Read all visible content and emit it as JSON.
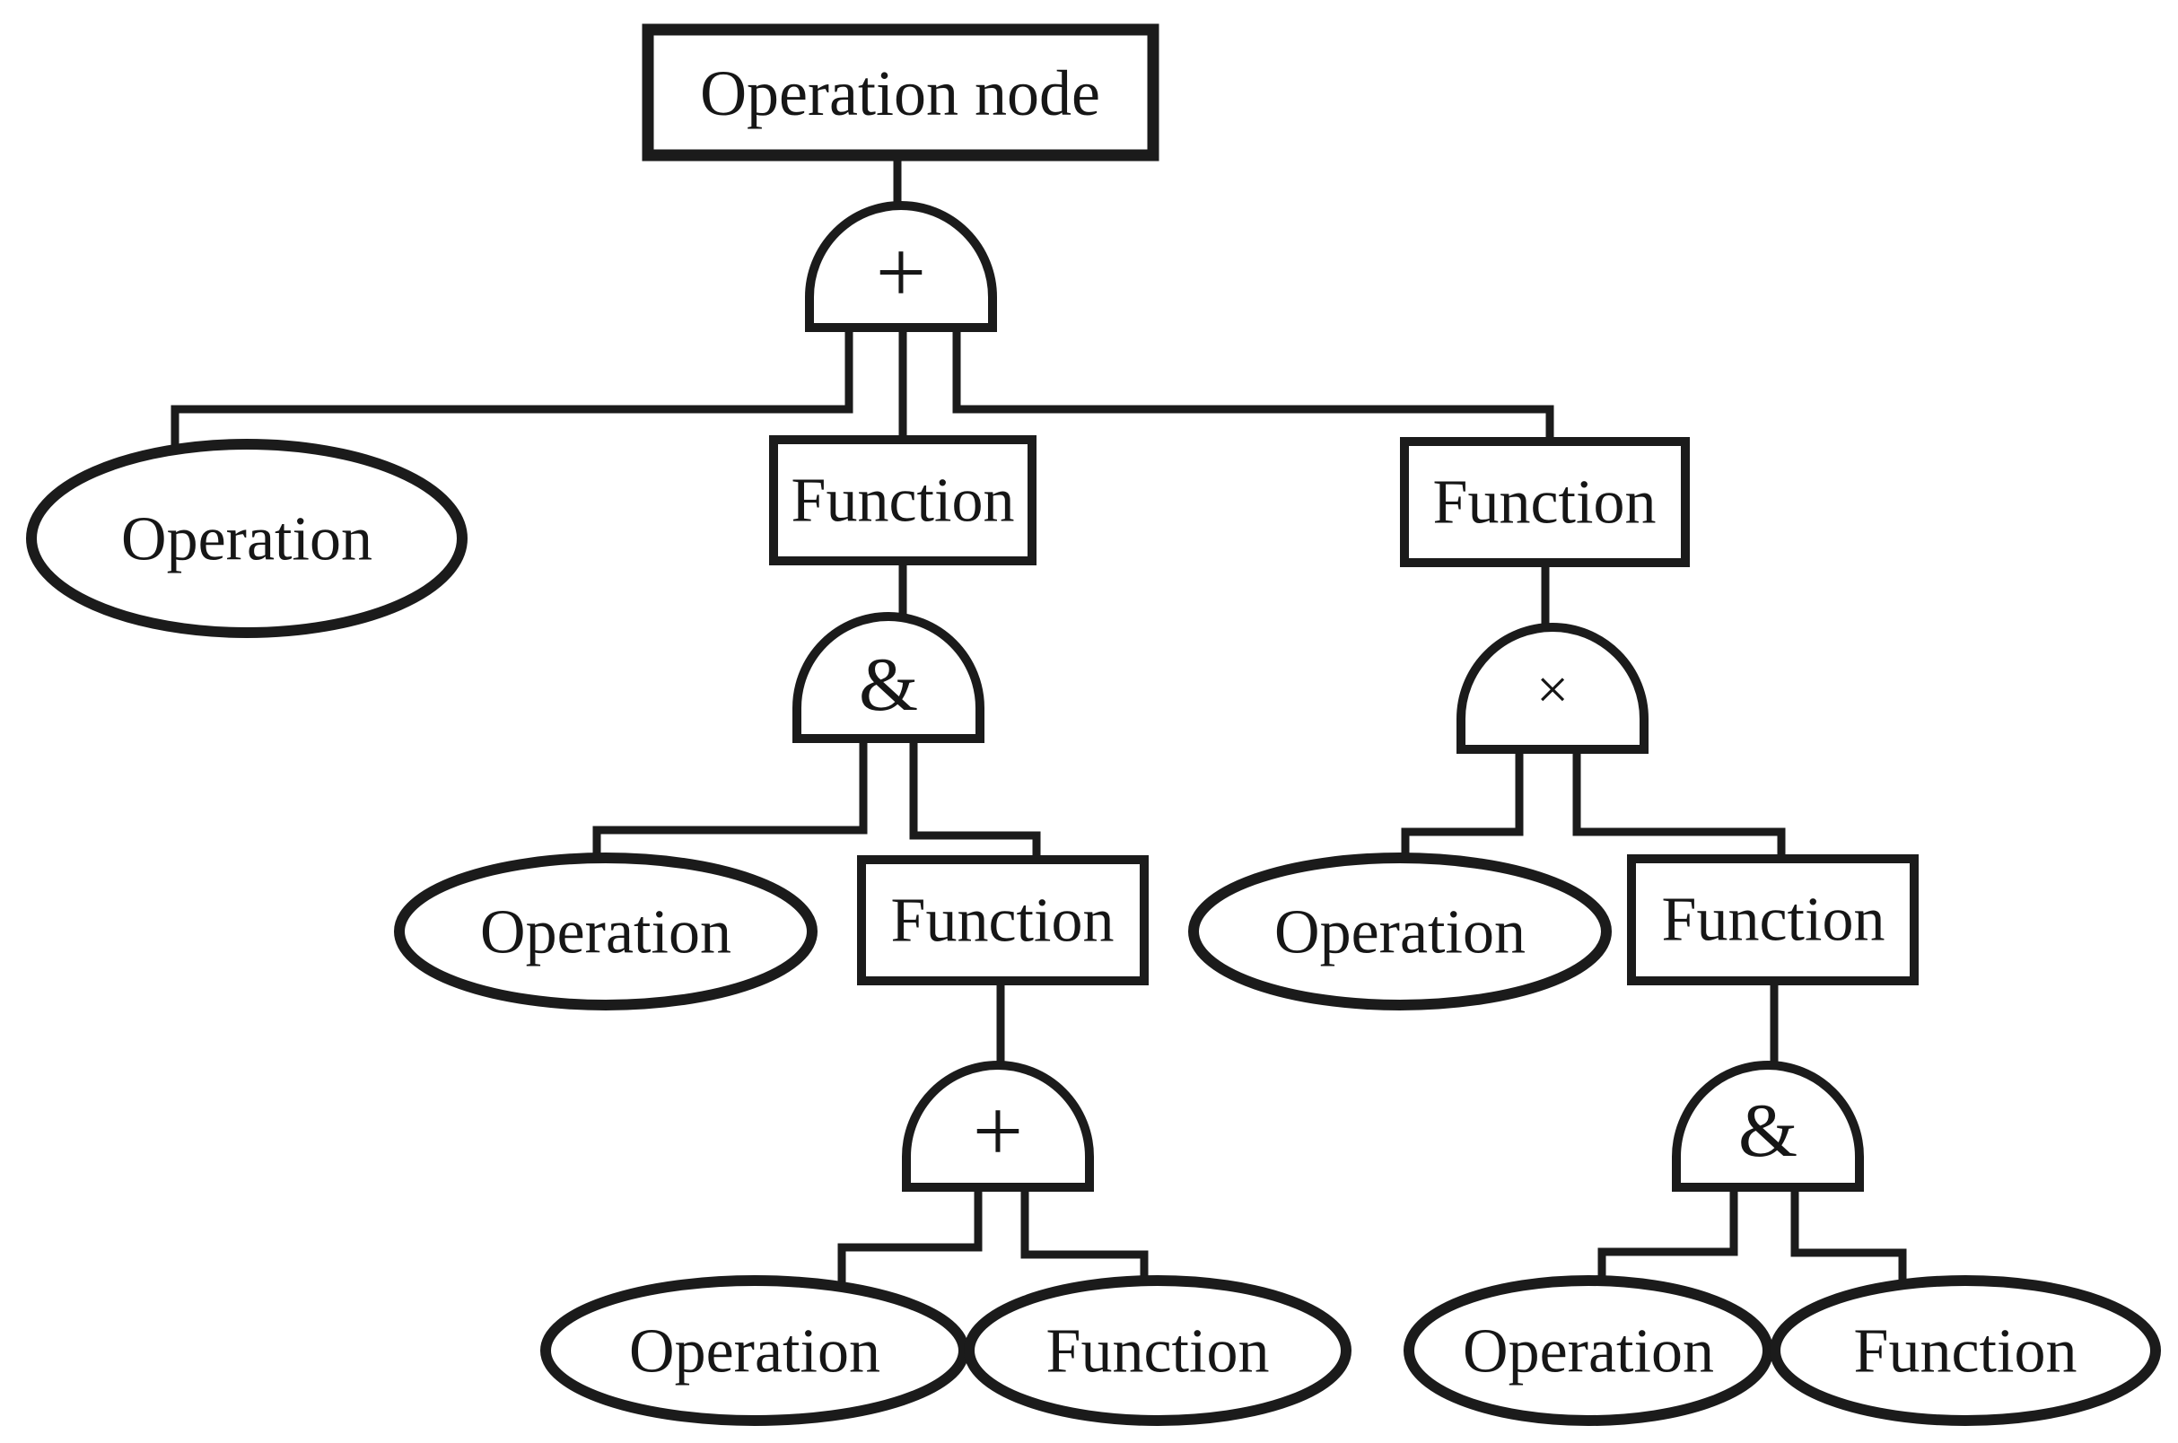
{
  "diagram": {
    "type": "tree-diagram",
    "colors": {
      "background": "#ffffff",
      "line": "#1b1b1b",
      "text": "#161616"
    },
    "nodes": {
      "root": {
        "label": "Operation node",
        "shape": "rectangle"
      },
      "l1_operation": {
        "label": "Operation",
        "shape": "ellipse"
      },
      "l1_function_mid": {
        "label": "Function",
        "shape": "rectangle"
      },
      "l1_function_right": {
        "label": "Function",
        "shape": "rectangle"
      },
      "l2_operation_mid": {
        "label": "Operation",
        "shape": "ellipse"
      },
      "l2_function_mid": {
        "label": "Function",
        "shape": "rectangle"
      },
      "l2_operation_right": {
        "label": "Operation",
        "shape": "ellipse"
      },
      "l2_function_right": {
        "label": "Function",
        "shape": "rectangle"
      },
      "l3_operation_mid": {
        "label": "Operation",
        "shape": "ellipse"
      },
      "l3_function_mid": {
        "label": "Function",
        "shape": "ellipse"
      },
      "l3_operation_right": {
        "label": "Operation",
        "shape": "ellipse"
      },
      "l3_function_right": {
        "label": "Function",
        "shape": "ellipse"
      }
    },
    "gates": {
      "root_gate": {
        "symbol": "+"
      },
      "mid_gate": {
        "symbol": "&"
      },
      "right_gate": {
        "symbol": "×"
      },
      "mid_sub_gate": {
        "symbol": "+"
      },
      "right_sub_gate": {
        "symbol": "&"
      }
    },
    "edges": [
      [
        "root",
        "root_gate"
      ],
      [
        "root_gate",
        "l1_operation"
      ],
      [
        "root_gate",
        "l1_function_mid"
      ],
      [
        "root_gate",
        "l1_function_right"
      ],
      [
        "l1_function_mid",
        "mid_gate"
      ],
      [
        "mid_gate",
        "l2_operation_mid"
      ],
      [
        "mid_gate",
        "l2_function_mid"
      ],
      [
        "l2_function_mid",
        "mid_sub_gate"
      ],
      [
        "mid_sub_gate",
        "l3_operation_mid"
      ],
      [
        "mid_sub_gate",
        "l3_function_mid"
      ],
      [
        "l1_function_right",
        "right_gate"
      ],
      [
        "right_gate",
        "l2_operation_right"
      ],
      [
        "right_gate",
        "l2_function_right"
      ],
      [
        "l2_function_right",
        "right_sub_gate"
      ],
      [
        "right_sub_gate",
        "l3_operation_right"
      ],
      [
        "right_sub_gate",
        "l3_function_right"
      ]
    ]
  }
}
